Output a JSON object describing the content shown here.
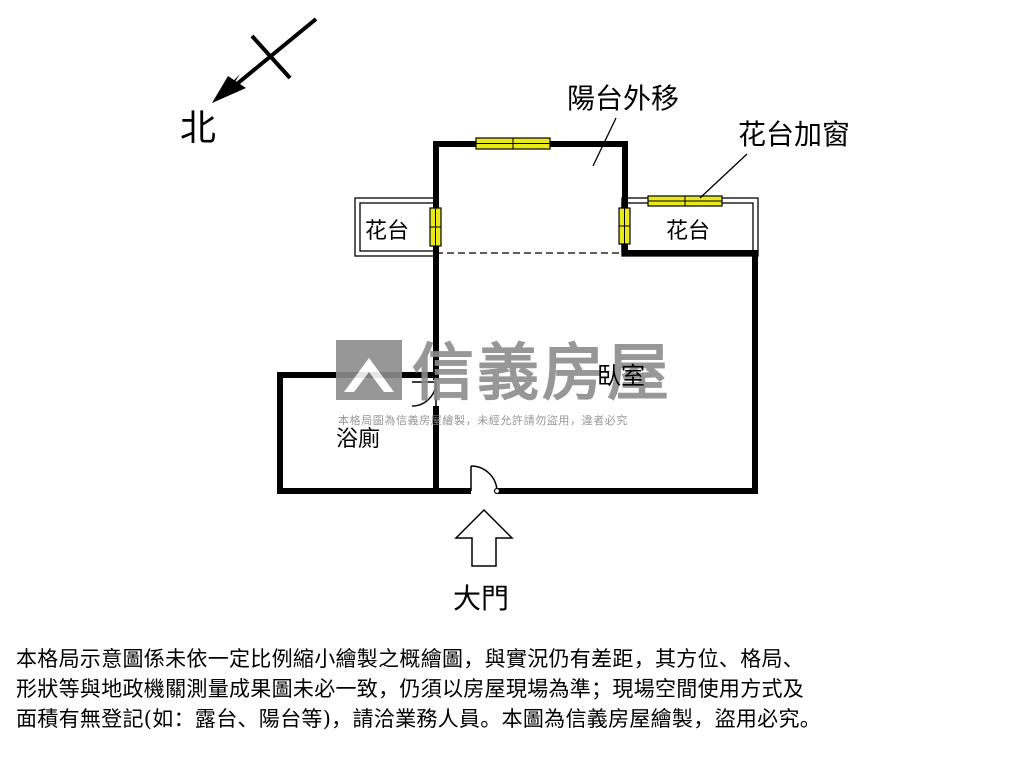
{
  "compass": {
    "north_label": "北"
  },
  "rooms": {
    "balcony_moved": "陽台外移",
    "planter_window": "花台加窗",
    "planter_left": "花台",
    "planter_right": "花台",
    "bedroom": "臥室",
    "bathroom": "浴廁",
    "main_door": "大門"
  },
  "watermark": {
    "brand": "信義房屋",
    "notice": "本格局圖為信義房屋繪製，未經允許請勿盜用，違者必究"
  },
  "disclaimer": {
    "lines": [
      "本格局示意圖係未依一定比例縮小繪製之概繪圖，與實況仍有差距，其方位、格局、",
      "形狀等與地政機關測量成果圖未必一致，仍須以房屋現場為準；現場空間使用方式及",
      "面積有無登記(如：露台、陽台等)，請洽業務人員。本圖為信義房屋繪製，盜用必究。"
    ]
  },
  "colors": {
    "wall": "#000000",
    "window_fill": "#e8e81a",
    "watermark": "#8c8c8c"
  }
}
